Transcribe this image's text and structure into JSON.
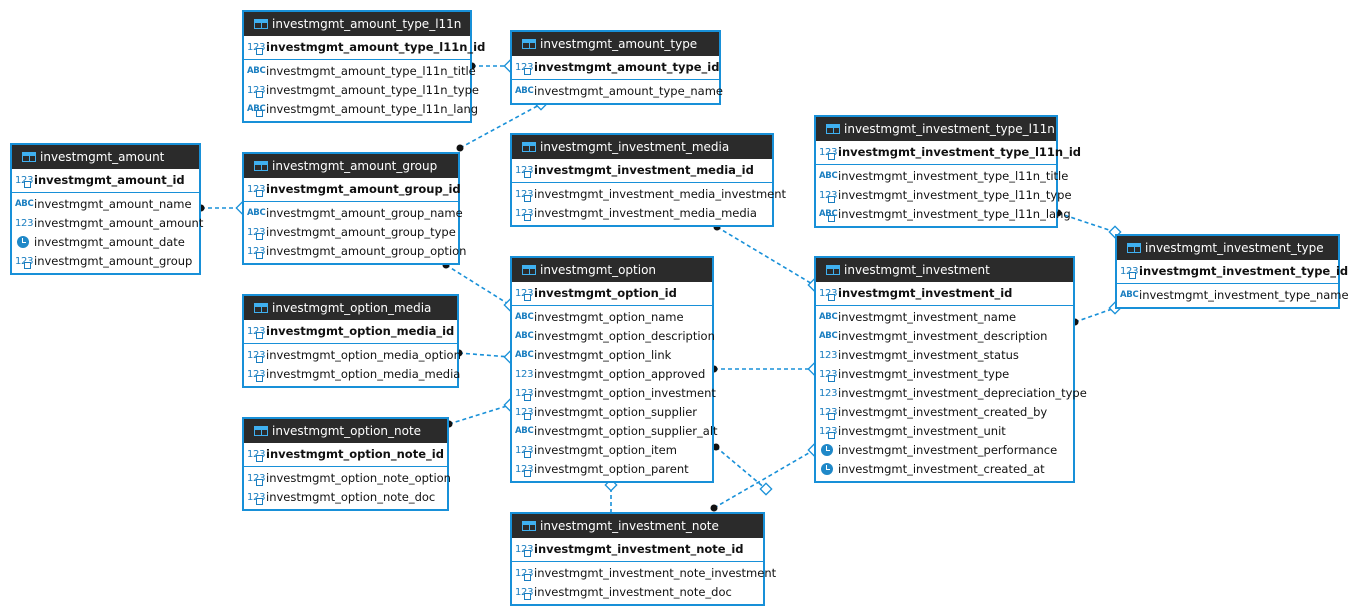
{
  "entities": [
    {
      "id": "amount_type_l11n",
      "name": "investmgmt_amount_type_l11n",
      "pk": [
        {
          "name": "investmgmt_amount_type_l11n_id",
          "icon": "num-key-icon"
        }
      ],
      "columns": [
        {
          "name": "investmgmt_amount_type_l11n_title",
          "icon": "text-icon"
        },
        {
          "name": "investmgmt_amount_type_l11n_type",
          "icon": "num-key-icon"
        },
        {
          "name": "investmgmt_amount_type_l11n_lang",
          "icon": "text-key-icon"
        }
      ]
    },
    {
      "id": "amount_type",
      "name": "investmgmt_amount_type",
      "pk": [
        {
          "name": "investmgmt_amount_type_id",
          "icon": "num-key-icon"
        }
      ],
      "columns": [
        {
          "name": "investmgmt_amount_type_name",
          "icon": "text-icon"
        }
      ]
    },
    {
      "id": "amount",
      "name": "investmgmt_amount",
      "pk": [
        {
          "name": "investmgmt_amount_id",
          "icon": "num-key-icon"
        }
      ],
      "columns": [
        {
          "name": "investmgmt_amount_name",
          "icon": "text-icon"
        },
        {
          "name": "investmgmt_amount_amount",
          "icon": "num-icon"
        },
        {
          "name": "investmgmt_amount_date",
          "icon": "clock-icon"
        },
        {
          "name": "investmgmt_amount_group",
          "icon": "num-key-icon"
        }
      ]
    },
    {
      "id": "amount_group",
      "name": "investmgmt_amount_group",
      "pk": [
        {
          "name": "investmgmt_amount_group_id",
          "icon": "num-key-icon"
        }
      ],
      "columns": [
        {
          "name": "investmgmt_amount_group_name",
          "icon": "text-icon"
        },
        {
          "name": "investmgmt_amount_group_type",
          "icon": "num-key-icon"
        },
        {
          "name": "investmgmt_amount_group_option",
          "icon": "num-key-icon"
        }
      ]
    },
    {
      "id": "investment_media",
      "name": "investmgmt_investment_media",
      "pk": [
        {
          "name": "investmgmt_investment_media_id",
          "icon": "num-key-icon"
        }
      ],
      "columns": [
        {
          "name": "investmgmt_investment_media_investment",
          "icon": "num-key-icon"
        },
        {
          "name": "investmgmt_investment_media_media",
          "icon": "num-key-icon"
        }
      ]
    },
    {
      "id": "investment_type_l11n",
      "name": "investmgmt_investment_type_l11n",
      "pk": [
        {
          "name": "investmgmt_investment_type_l11n_id",
          "icon": "num-key-icon"
        }
      ],
      "columns": [
        {
          "name": "investmgmt_investment_type_l11n_title",
          "icon": "text-icon"
        },
        {
          "name": "investmgmt_investment_type_l11n_type",
          "icon": "num-key-icon"
        },
        {
          "name": "investmgmt_investment_type_l11n_lang",
          "icon": "text-key-icon"
        }
      ]
    },
    {
      "id": "investment_type",
      "name": "investmgmt_investment_type",
      "pk": [
        {
          "name": "investmgmt_investment_type_id",
          "icon": "num-key-icon"
        }
      ],
      "columns": [
        {
          "name": "investmgmt_investment_type_name",
          "icon": "text-icon"
        }
      ]
    },
    {
      "id": "option_media",
      "name": "investmgmt_option_media",
      "pk": [
        {
          "name": "investmgmt_option_media_id",
          "icon": "num-key-icon"
        }
      ],
      "columns": [
        {
          "name": "investmgmt_option_media_option",
          "icon": "num-key-icon"
        },
        {
          "name": "investmgmt_option_media_media",
          "icon": "num-key-icon"
        }
      ]
    },
    {
      "id": "option",
      "name": "investmgmt_option",
      "pk": [
        {
          "name": "investmgmt_option_id",
          "icon": "num-key-icon"
        }
      ],
      "columns": [
        {
          "name": "investmgmt_option_name",
          "icon": "text-icon"
        },
        {
          "name": "investmgmt_option_description",
          "icon": "text-icon"
        },
        {
          "name": "investmgmt_option_link",
          "icon": "text-icon"
        },
        {
          "name": "investmgmt_option_approved",
          "icon": "num-icon"
        },
        {
          "name": "investmgmt_option_investment",
          "icon": "num-key-icon"
        },
        {
          "name": "investmgmt_option_supplier",
          "icon": "num-key-icon"
        },
        {
          "name": "investmgmt_option_supplier_alt",
          "icon": "text-icon"
        },
        {
          "name": "investmgmt_option_item",
          "icon": "num-key-icon"
        },
        {
          "name": "investmgmt_option_parent",
          "icon": "num-key-icon"
        }
      ]
    },
    {
      "id": "investment",
      "name": "investmgmt_investment",
      "pk": [
        {
          "name": "investmgmt_investment_id",
          "icon": "num-key-icon"
        }
      ],
      "columns": [
        {
          "name": "investmgmt_investment_name",
          "icon": "text-icon"
        },
        {
          "name": "investmgmt_investment_description",
          "icon": "text-icon"
        },
        {
          "name": "investmgmt_investment_status",
          "icon": "num-icon"
        },
        {
          "name": "investmgmt_investment_type",
          "icon": "num-key-icon"
        },
        {
          "name": "investmgmt_investment_depreciation_type",
          "icon": "num-icon"
        },
        {
          "name": "investmgmt_investment_created_by",
          "icon": "num-key-icon"
        },
        {
          "name": "investmgmt_investment_unit",
          "icon": "num-key-icon"
        },
        {
          "name": "investmgmt_investment_performance",
          "icon": "clock-icon"
        },
        {
          "name": "investmgmt_investment_created_at",
          "icon": "clock-icon"
        }
      ]
    },
    {
      "id": "option_note",
      "name": "investmgmt_option_note",
      "pk": [
        {
          "name": "investmgmt_option_note_id",
          "icon": "num-key-icon"
        }
      ],
      "columns": [
        {
          "name": "investmgmt_option_note_option",
          "icon": "num-key-icon"
        },
        {
          "name": "investmgmt_option_note_doc",
          "icon": "num-key-icon"
        }
      ]
    },
    {
      "id": "investment_note",
      "name": "investmgmt_investment_note",
      "pk": [
        {
          "name": "investmgmt_investment_note_id",
          "icon": "num-key-icon"
        }
      ],
      "columns": [
        {
          "name": "investmgmt_investment_note_investment",
          "icon": "num-key-icon"
        },
        {
          "name": "investmgmt_investment_note_doc",
          "icon": "num-key-icon"
        }
      ]
    }
  ],
  "relationships": [
    {
      "from": "amount_type_l11n",
      "to": "amount_type"
    },
    {
      "from": "amount_group",
      "to": "amount_type"
    },
    {
      "from": "amount",
      "to": "amount_group"
    },
    {
      "from": "amount_group",
      "to": "option"
    },
    {
      "from": "option_media",
      "to": "option"
    },
    {
      "from": "option_note",
      "to": "option"
    },
    {
      "from": "investment_media",
      "to": "investment"
    },
    {
      "from": "investment_type_l11n",
      "to": "investment_type"
    },
    {
      "from": "investment",
      "to": "investment_type"
    },
    {
      "from": "option",
      "to": "investment"
    },
    {
      "from": "investment_note",
      "to": "investment"
    },
    {
      "from": "investment_note",
      "to": "option"
    },
    {
      "from": "option",
      "to": "investment_note"
    }
  ],
  "icon_glyphs": {
    "num": "123",
    "text": "ABC"
  },
  "colors": {
    "accent": "#1890d8",
    "header_bg": "#2b2b2b",
    "icon": "#1a7ec0"
  }
}
